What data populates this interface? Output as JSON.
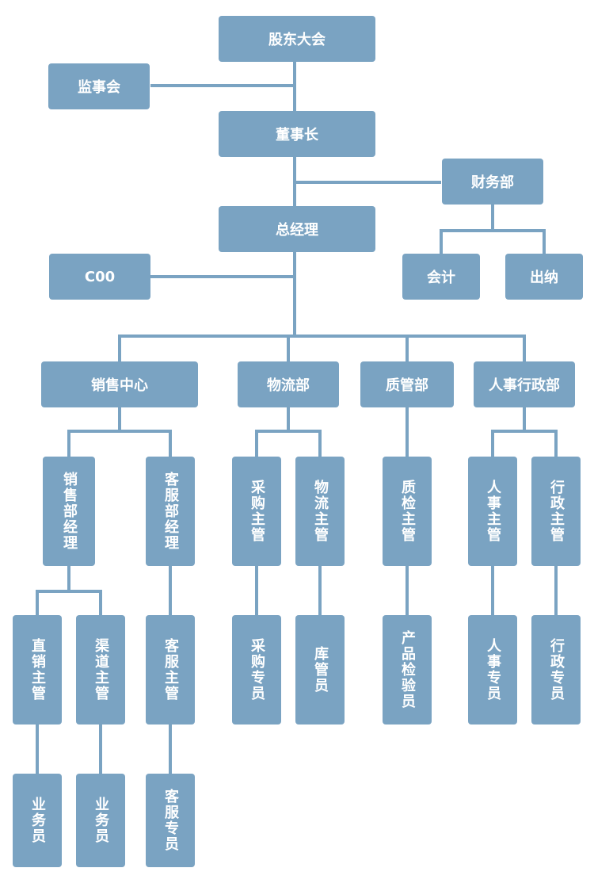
{
  "colors": {
    "box": "#7aa3c2",
    "line": "#7aa3c2",
    "text": "#ffffff"
  },
  "nodes": {
    "shareholders": "股东大会",
    "supervisory": "监事会",
    "chairman": "董事长",
    "finance": "财务部",
    "gm": "总经理",
    "coo": "C00",
    "accounting": "会计",
    "cashier": "出纳",
    "sales_center": "销售中心",
    "logistics": "物流部",
    "quality": "质管部",
    "hr_admin": "人事行政部",
    "sales_manager": "销售部经理",
    "cs_manager": "客服部经理",
    "purchase_supervisor": "采购主管",
    "logistics_supervisor": "物流主管",
    "qc_supervisor": "质检主管",
    "hr_supervisor": "人事主管",
    "admin_supervisor": "行政主管",
    "direct_sales_supervisor": "直销主管",
    "channel_supervisor": "渠道主管",
    "cs_supervisor": "客服主管",
    "purchase_specialist": "采购专员",
    "warehouse_keeper": "库管员",
    "product_inspector": "产品检验员",
    "hr_specialist": "人事专员",
    "admin_specialist": "行政专员",
    "salesperson_1": "业务员",
    "salesperson_2": "业务员",
    "cs_specialist": "客服专员"
  }
}
